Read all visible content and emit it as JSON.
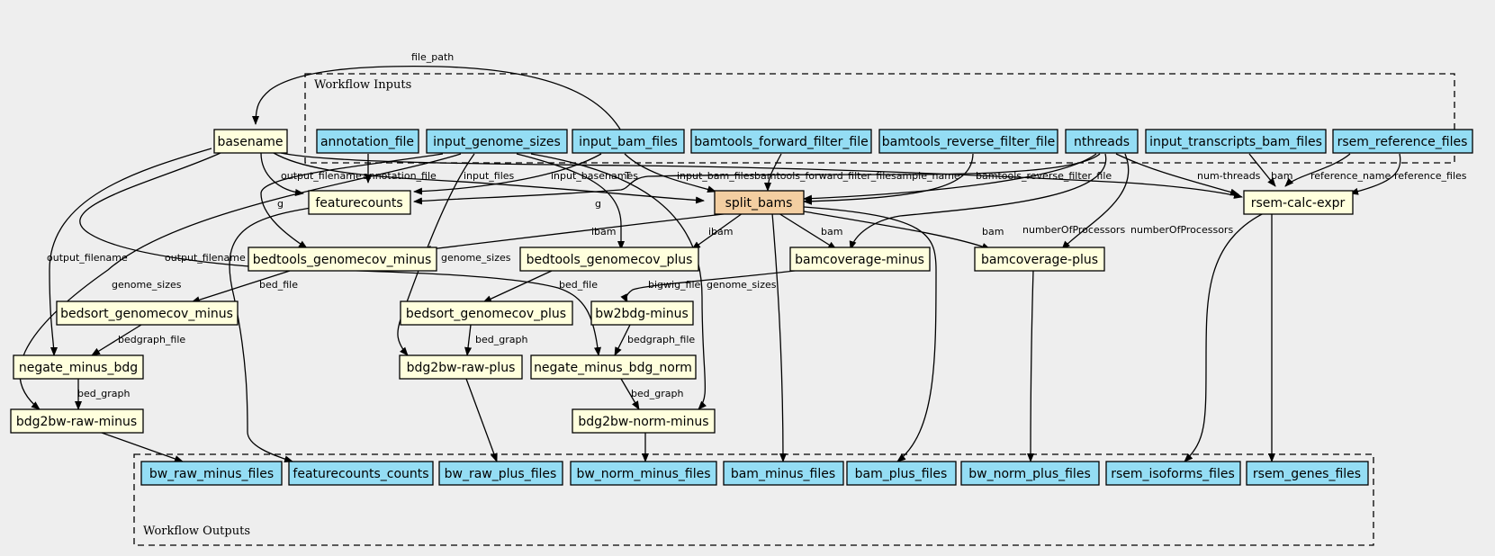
{
  "diagram": {
    "colors": {
      "background": "#eeeeee",
      "input_node": "#94ddf4",
      "step_node": "#ffffdd",
      "highlight_node": "#f3cea1",
      "output_node": "#94ddf4",
      "stroke": "#000000"
    },
    "clusters": {
      "inputs": "Workflow Inputs",
      "outputs": "Workflow Outputs"
    },
    "nodes": {
      "basename": "basename",
      "annotation_file": "annotation_file",
      "input_genome_sizes": "input_genome_sizes",
      "input_bam_files": "input_bam_files",
      "bamtools_forward_filter_file": "bamtools_forward_filter_file",
      "bamtools_reverse_filter_file": "bamtools_reverse_filter_file",
      "nthreads": "nthreads",
      "input_transcripts_bam_files": "input_transcripts_bam_files",
      "rsem_reference_files": "rsem_reference_files",
      "featurecounts": "featurecounts",
      "split_bams": "split_bams",
      "rsem_calc_expr": "rsem-calc-expr",
      "bedtools_genomecov_minus": "bedtools_genomecov_minus",
      "bedtools_genomecov_plus": "bedtools_genomecov_plus",
      "bamcoverage_minus": "bamcoverage-minus",
      "bamcoverage_plus": "bamcoverage-plus",
      "bedsort_genomecov_minus": "bedsort_genomecov_minus",
      "bedsort_genomecov_plus": "bedsort_genomecov_plus",
      "bw2bdg_minus": "bw2bdg-minus",
      "negate_minus_bdg": "negate_minus_bdg",
      "bdg2bw_raw_plus": "bdg2bw-raw-plus",
      "negate_minus_bdg_norm": "negate_minus_bdg_norm",
      "bdg2bw_raw_minus": "bdg2bw-raw-minus",
      "bdg2bw_norm_minus": "bdg2bw-norm-minus",
      "bw_raw_minus_files": "bw_raw_minus_files",
      "featurecounts_counts": "featurecounts_counts",
      "bw_raw_plus_files": "bw_raw_plus_files",
      "bw_norm_minus_files": "bw_norm_minus_files",
      "bam_minus_files": "bam_minus_files",
      "bam_plus_files": "bam_plus_files",
      "bw_norm_plus_files": "bw_norm_plus_files",
      "rsem_isoforms_files": "rsem_isoforms_files",
      "rsem_genes_files": "rsem_genes_files"
    },
    "edge_labels": {
      "file_path": "file_path",
      "output_filename_fc": "output_filename",
      "annotation_file": "annotation_file",
      "input_files": "input_files",
      "input_basenames": "input_basenames",
      "input_bam_files": "input_bam_files",
      "bamtools_forward_filter_file": "bamtools_forward_filter_file",
      "sample_name": "sample_name",
      "bamtools_reverse_filter_file": "bamtools_reverse_filter_file",
      "num_threads": "num-threads",
      "bam_rsem": "bam",
      "reference_name": "reference_name",
      "reference_files": "reference_files",
      "g_minus": "g",
      "g_plus": "g",
      "t_mark": "T",
      "numberOfProcessors_minus": "numberOfProcessors",
      "numberOfProcessors_plus": "numberOfProcessors",
      "ibam_minus": "ibam",
      "ibam_plus": "ibam",
      "bam_cov_minus": "bam",
      "bam_cov_plus": "bam",
      "output_filename_left": "output_filename",
      "output_filename_mid": "output_filename",
      "genome_sizes_mid": "genome_sizes",
      "genome_sizes_left": "genome_sizes",
      "genome_sizes_right": "genome_sizes",
      "bed_file_minus": "bed_file",
      "bed_file_plus": "bed_file",
      "bigwig_file": "bigwig_file",
      "bedgraph_file_minus": "bedgraph_file",
      "bedgraph_file_norm": "bedgraph_file",
      "bed_graph_plus": "bed_graph",
      "bed_graph_minus": "bed_graph",
      "bed_graph_norm": "bed_graph"
    }
  }
}
